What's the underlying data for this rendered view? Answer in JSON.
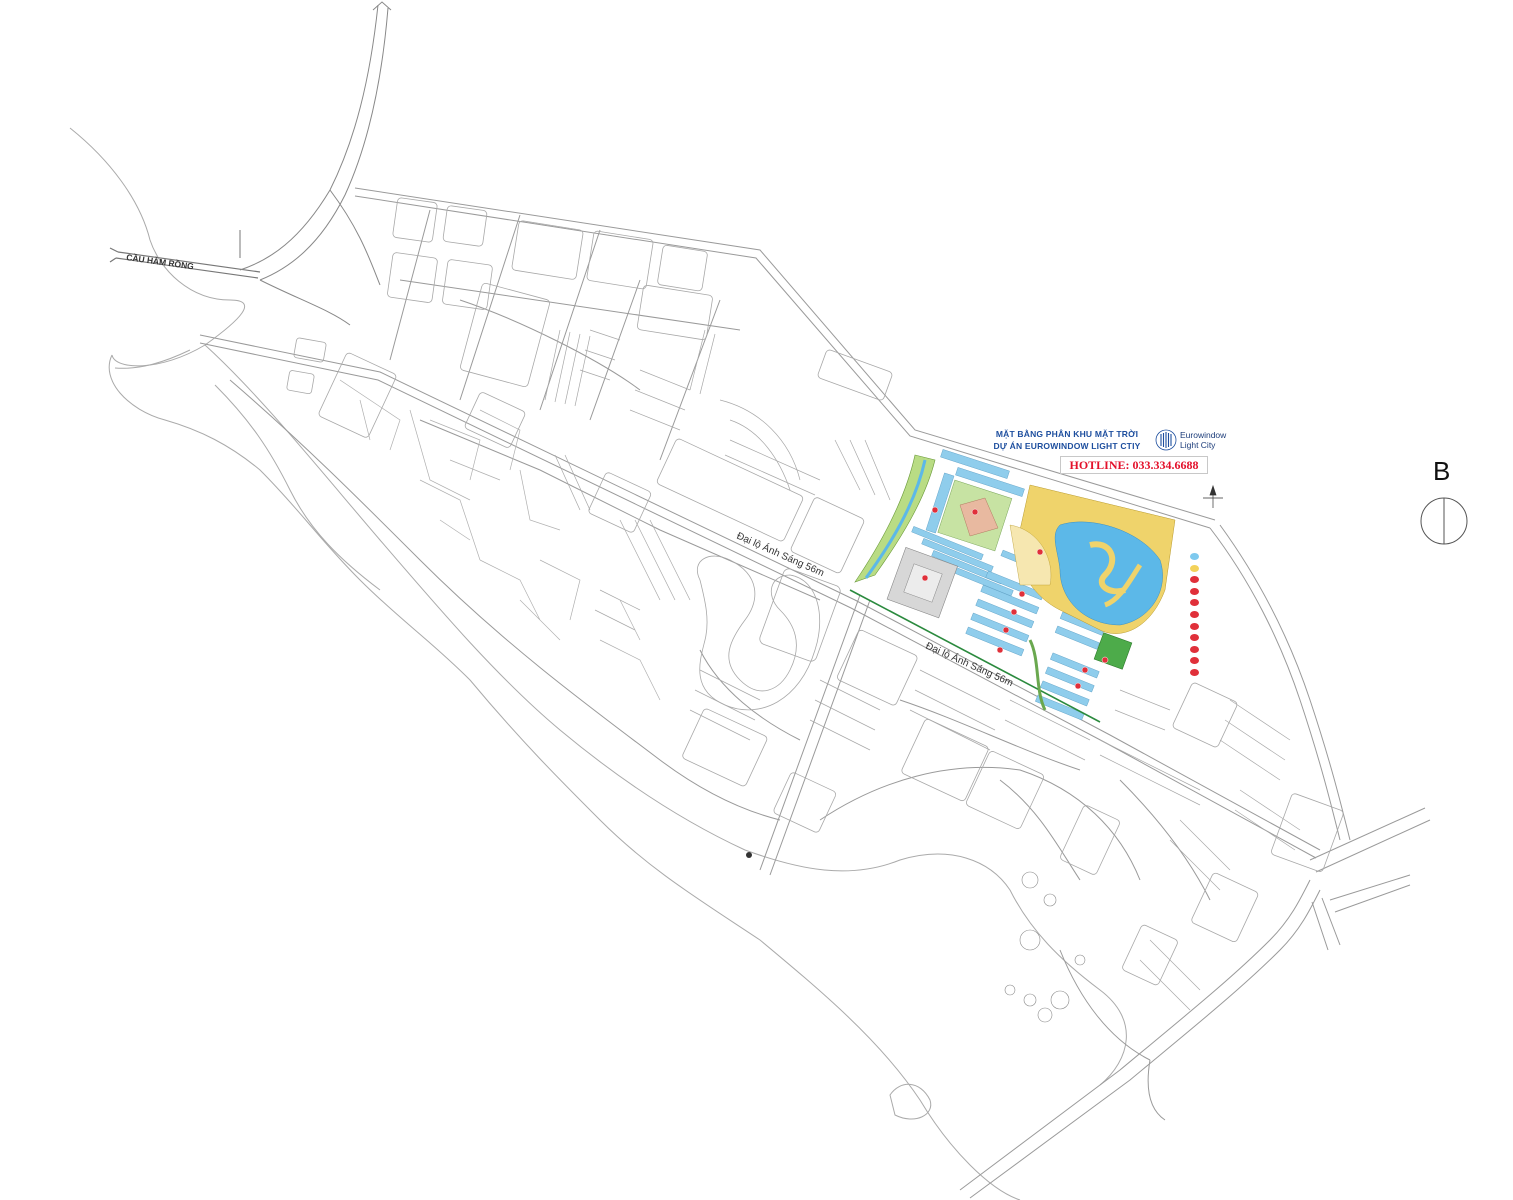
{
  "sheet_label": "B",
  "plan_title": {
    "line1": "MẶT BẰNG PHÂN KHU MẶT TRỜI",
    "line2": "DỰ ÁN EUROWINDOW LIGHT CTIY"
  },
  "brand": {
    "line1": "Eurowindow",
    "line2": "Light City",
    "color": "#1d4e9e"
  },
  "hotline": "HOTLINE: 033.334.6688",
  "bridge_label": "CẦU HÀM RỒNG",
  "avenue_label_upper": "Đại lộ Ánh Sáng 56m",
  "avenue_label_lower": "Đại lộ Ánh Sáng 56m",
  "legend": [
    {
      "label": "",
      "color": "#7ec9ee"
    },
    {
      "label": "",
      "color": "#f3d25a"
    },
    {
      "label": "",
      "color": "#e0303a"
    },
    {
      "label": "",
      "color": "#e0303a"
    },
    {
      "label": "",
      "color": "#e0303a"
    },
    {
      "label": "",
      "color": "#e0303a"
    },
    {
      "label": "",
      "color": "#e0303a"
    },
    {
      "label": "",
      "color": "#e0303a"
    },
    {
      "label": "",
      "color": "#e0303a"
    },
    {
      "label": "",
      "color": "#e0303a"
    },
    {
      "label": "",
      "color": "#e0303a"
    }
  ],
  "colors": {
    "road_line": "#9a9a9a",
    "lot_blue": "#8fcdec",
    "lot_yellow": "#efd36b",
    "lake_blue": "#5cb8e8",
    "park_green": "#a6cf6a",
    "marker_red": "#e0303a",
    "avenue_green": "#2b8a3e"
  }
}
